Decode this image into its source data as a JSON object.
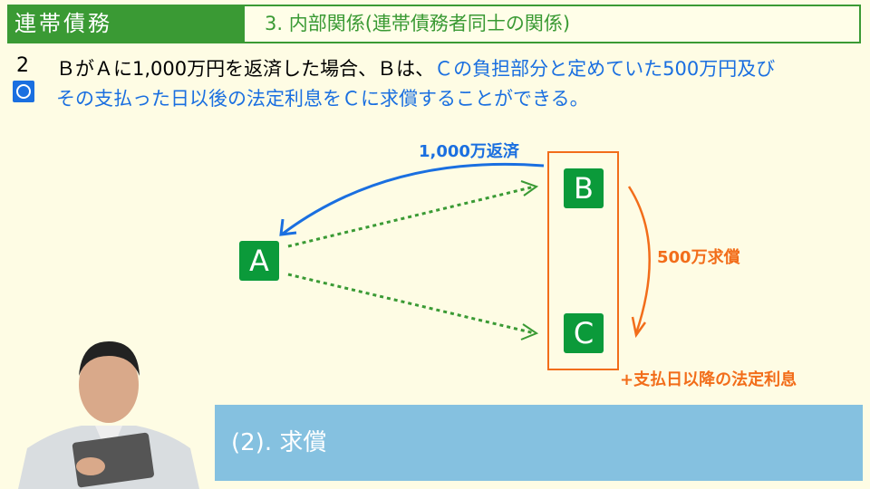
{
  "header": {
    "category": "連帯債務",
    "section": "3. 内部関係(連帯債務者同士の関係)"
  },
  "question": {
    "number": "2",
    "answer_icon": "circle-correct-icon",
    "line1_black": "ＢがＡに1,000万円を返済した場合、Ｂは、",
    "line1_blue": "Ｃの負担部分と定めていた500万円及び",
    "line2_blue": "その支払った日以後の法定利息をＣに求償することができる。"
  },
  "diagram": {
    "nodes": [
      "A",
      "B",
      "C"
    ],
    "payment_label": "1,000万返済",
    "recourse_label": "500万求償",
    "interest_label": "+支払日以降の法定利息"
  },
  "banner": {
    "text": "(2). 求償"
  },
  "colors": {
    "green": "#3a9a34",
    "blue": "#1a6fe0",
    "orange": "#f26d1a",
    "banner": "#85c1e0"
  }
}
